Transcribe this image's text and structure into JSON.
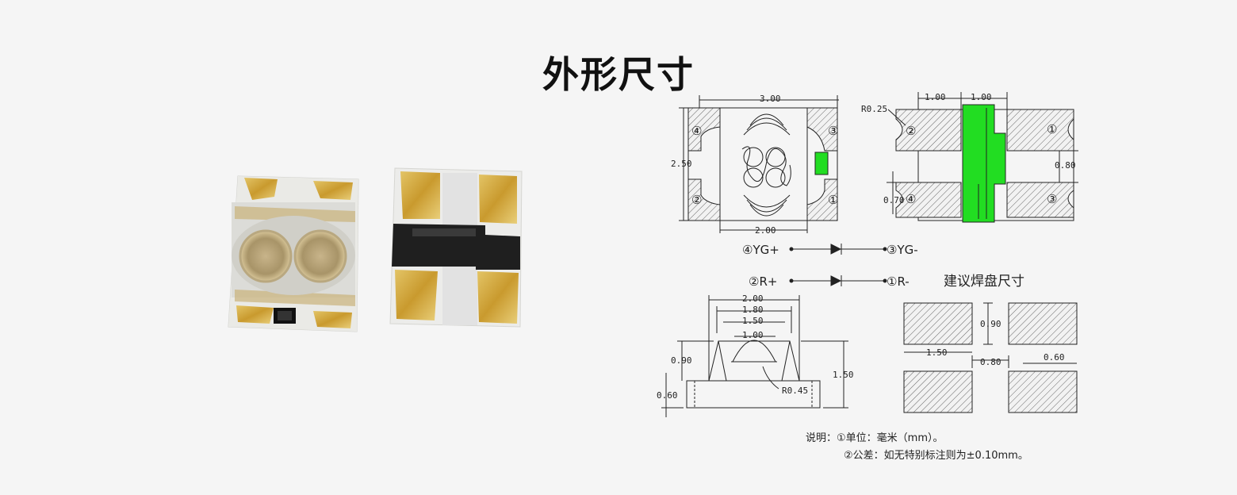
{
  "page_title": "外形尺寸",
  "top_view": {
    "width_dim": "3.00",
    "height_dim": "2.50",
    "bottom_dim": "2.00",
    "pin_4": "④",
    "pin_3": "③",
    "pin_2": "②",
    "pin_1": "①"
  },
  "bottom_view": {
    "radius": "R0.25",
    "dim_a": "1.00",
    "dim_b": "1.00",
    "pad_gap": "0.80",
    "pad_height": "0.70",
    "pin_2": "②",
    "pin_1": "①",
    "pin_4": "④",
    "pin_3": "③"
  },
  "circuit": {
    "yg_anode": "④YG+",
    "yg_cathode": "③YG-",
    "r_anode": "②R+",
    "r_cathode": "①R-"
  },
  "side_view": {
    "dim_200": "2.00",
    "dim_180": "1.80",
    "dim_150": "1.50",
    "dim_100": "1.00",
    "dim_090": "0.90",
    "dim_060": "0.60",
    "dim_height": "1.50",
    "radius": "R0.45"
  },
  "pad_layout": {
    "title": "建议焊盘尺寸",
    "pad_h": "0.90",
    "pad_w": "1.50",
    "gap_x": "0.80",
    "gap_y": "0.60"
  },
  "notes": {
    "line1": "说明：①单位：毫米（mm）。",
    "line2": "②公差：如无特别标注则为±0.10mm。"
  },
  "colors": {
    "background": "#f5f5f5",
    "gold": "#c9a645",
    "green": "#22dd22",
    "hatch": "#555555"
  }
}
